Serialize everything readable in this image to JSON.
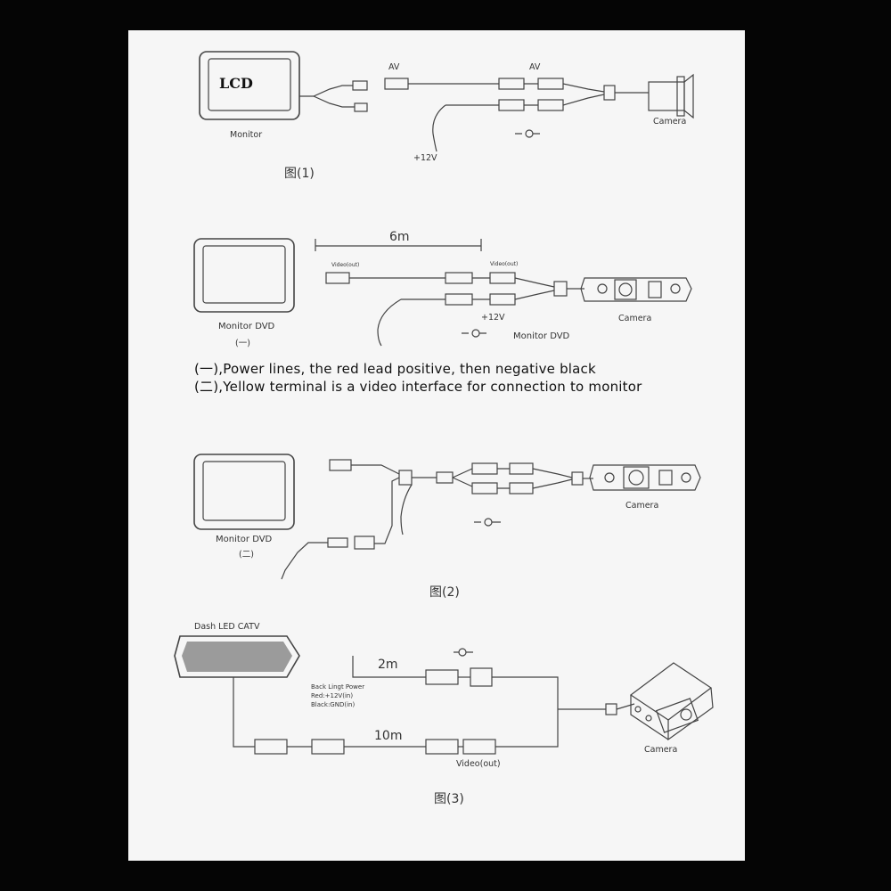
{
  "fig1": {
    "lcd": "LCD",
    "monitor": "Monitor",
    "av_left": "AV",
    "av_right": "AV",
    "power": "+12V",
    "camera": "Camera",
    "caption": "图(1)"
  },
  "fig2": {
    "distance": "6m",
    "video_out_left": "Video(out)",
    "video_out_right": "Video(out)",
    "monitor_dvd": "Monitor DVD",
    "marker_one": "(一)",
    "power": "+12V",
    "monitor_dvd_right": "Monitor DVD",
    "camera": "Camera",
    "note1": "(一),Power lines, the red lead positive, then negative black",
    "note2": "(二),Yellow terminal is a video interface for connection to monitor",
    "monitor_dvd_b": "Monitor DVD",
    "marker_two": "(二)",
    "camera_b": "Camera",
    "caption": "图(2)"
  },
  "fig3": {
    "dash": "Dash LED CATV",
    "d2m": "2m",
    "back_light": "Back Lingt Power",
    "red": "Red:+12V(in)",
    "black": "Black:GND(in)",
    "d10m": "10m",
    "video_out": "Video(out)",
    "camera": "Camera",
    "caption": "图(3)"
  }
}
